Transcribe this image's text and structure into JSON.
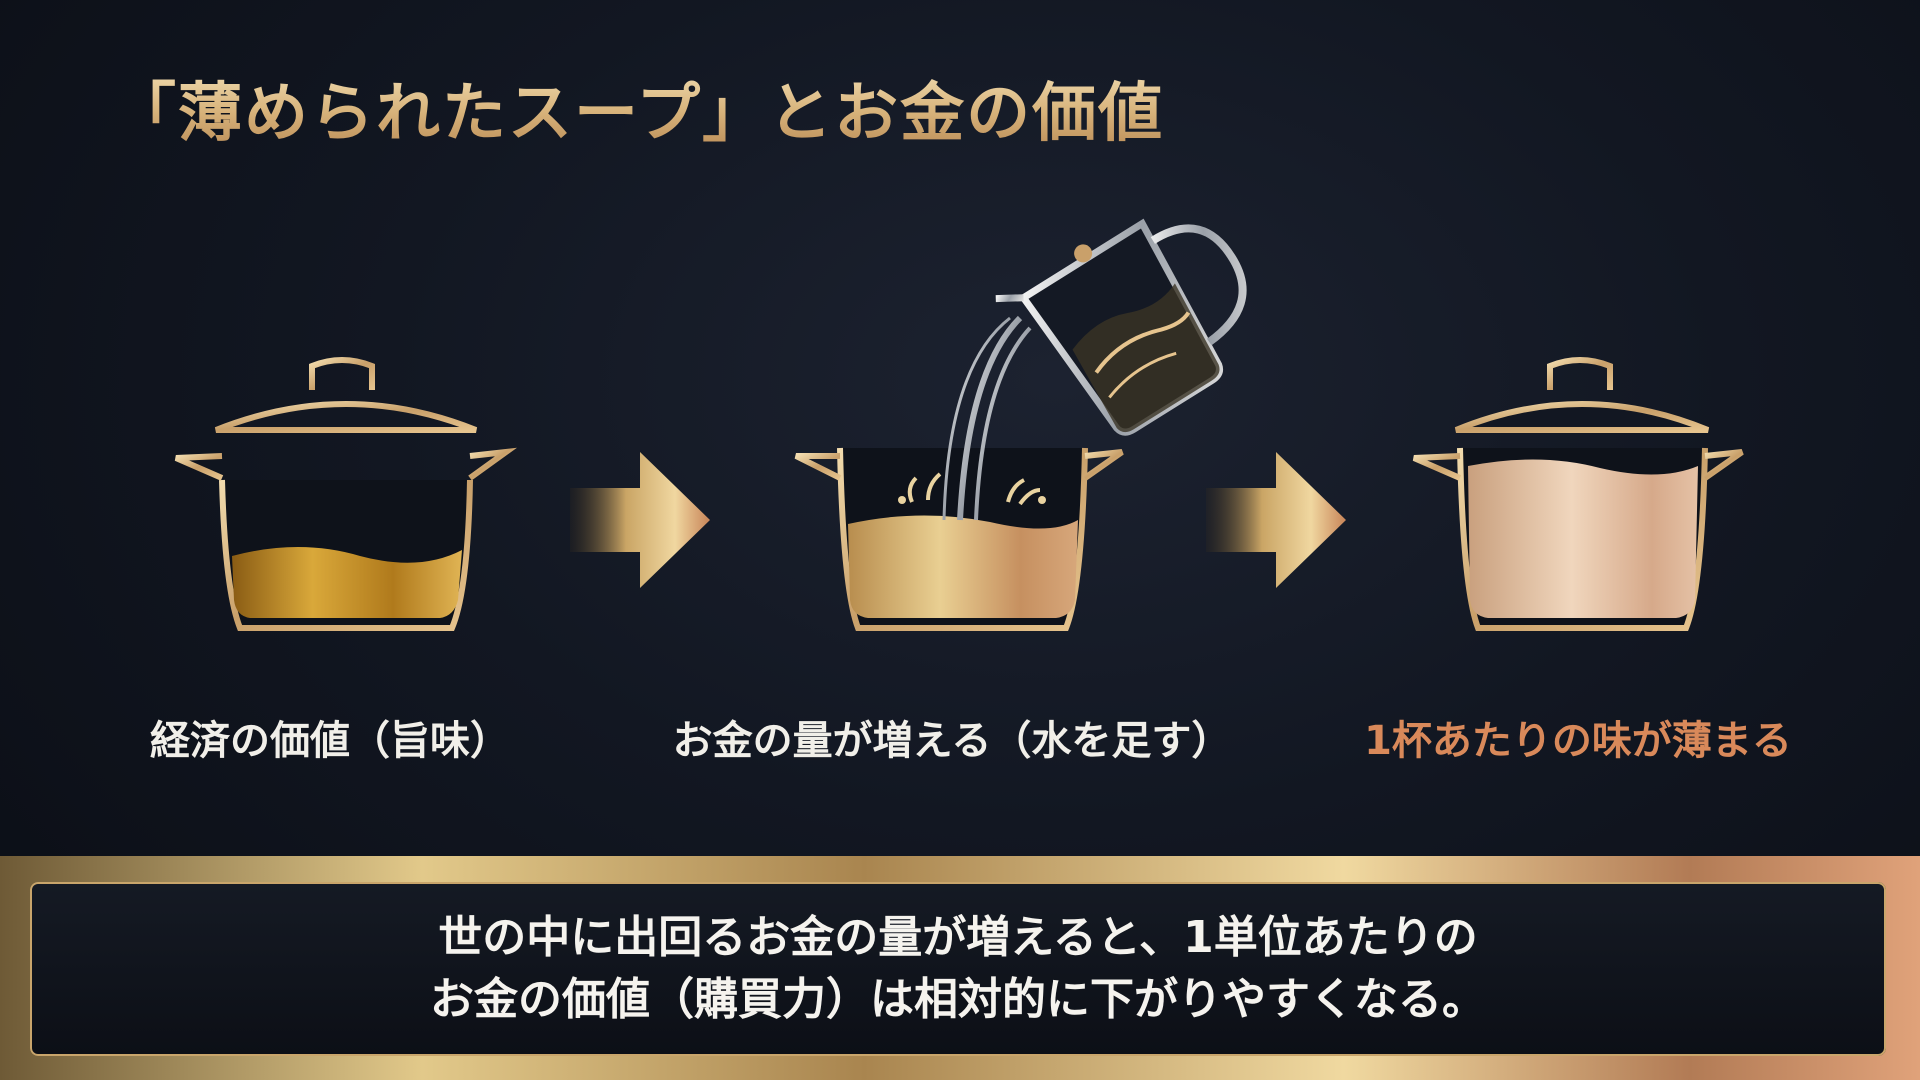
{
  "title": "「薄められたスープ」とお金の価値",
  "steps": [
    {
      "label": "経済の価値（旨味）"
    },
    {
      "label": "お金の量が増える（水を足す）"
    },
    {
      "label": "1杯あたりの味が薄まる"
    }
  ],
  "summary": {
    "line1": "世の中に出回るお金の量が増えると、1単位あたりの",
    "line2": "お金の価値（購買力）は相対的に下がりやすくなる。"
  },
  "colors": {
    "background": "#121722",
    "gold": "#d7b27a",
    "copper": "#d9895a",
    "text": "#f1efe9"
  },
  "icons": [
    "pot-icon",
    "arrow-right-icon",
    "pitcher-icon"
  ]
}
